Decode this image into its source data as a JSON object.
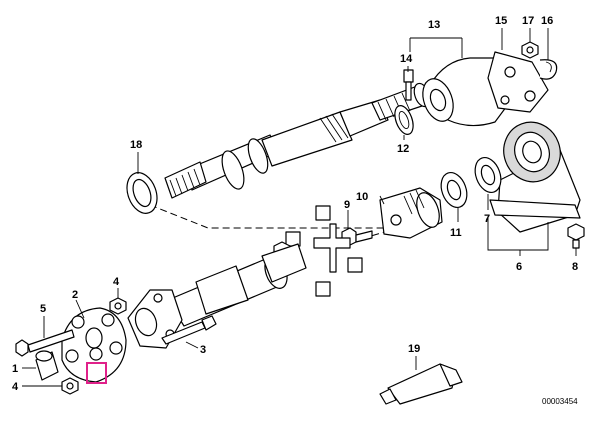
{
  "diagram": {
    "figure_number": "00003454",
    "callouts": {
      "c1": "1",
      "c2": "2",
      "c3": "3",
      "c4a": "4",
      "c4b": "4",
      "c5": "5",
      "c6": "6",
      "c7": "7",
      "c8": "8",
      "c9": "9",
      "c10": "10",
      "c11": "11",
      "c12": "12",
      "c13": "13",
      "c14": "14",
      "c15": "15",
      "c16": "16",
      "c17": "17",
      "c18": "18",
      "c19": "19"
    },
    "highlight_color": "#e0218a"
  }
}
